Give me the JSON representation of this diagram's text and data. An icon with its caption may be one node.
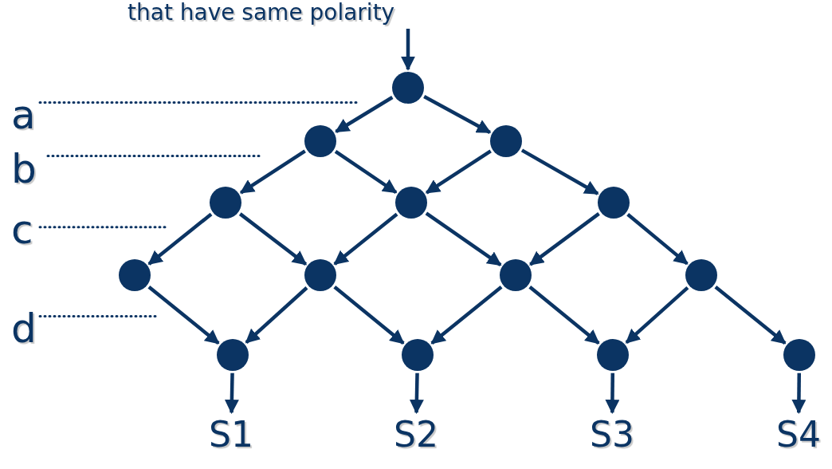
{
  "diagram": {
    "nodes": [
      {
        "text": [],
        "shape": "circle"
      },
      {
        "text": [],
        "shape": "circle"
      },
      {
        "text": [],
        "shape": "circle"
      },
      {
        "text": [],
        "shape": "circle"
      },
      {
        "text": [],
        "shape": "circle"
      },
      {
        "text": [],
        "shape": "circle"
      },
      {
        "text": [],
        "shape": "circle"
      },
      {
        "text": [],
        "shape": "circle"
      },
      {
        "text": [],
        "shape": "circle"
      },
      {
        "text": [],
        "shape": "circle"
      },
      {
        "text": [],
        "shape": "circle"
      },
      {
        "text": [],
        "shape": "circle"
      },
      {
        "text": [],
        "shape": "circle"
      },
      {
        "text": [],
        "shape": "circle"
      },
      {
        "text": [
          "S1"
        ]
      },
      {
        "text": [
          "S2"
        ]
      },
      {
        "text": [
          "S3"
        ]
      },
      {
        "text": [
          "S4"
        ]
      }
    ],
    "edges": [
      {
        "from": null,
        "to": 0,
        "arrow": "to"
      },
      {
        "from": 0,
        "to": 1,
        "arrow": "to"
      },
      {
        "from": 0,
        "to": 2,
        "arrow": "to"
      },
      {
        "from": 1,
        "to": 3,
        "arrow": "to"
      },
      {
        "from": 1,
        "to": 4,
        "arrow": "to"
      },
      {
        "from": 2,
        "to": 4,
        "arrow": "to"
      },
      {
        "from": 2,
        "to": 5,
        "arrow": "to"
      },
      {
        "from": 3,
        "to": 6,
        "arrow": "to"
      },
      {
        "from": 3,
        "to": 7,
        "arrow": "to"
      },
      {
        "from": 4,
        "to": 7,
        "arrow": "to"
      },
      {
        "from": 4,
        "to": 8,
        "arrow": "to"
      },
      {
        "from": 5,
        "to": 8,
        "arrow": "to"
      },
      {
        "from": 5,
        "to": 9,
        "arrow": "to"
      },
      {
        "from": 6,
        "to": 10,
        "arrow": "to"
      },
      {
        "from": 7,
        "to": 10,
        "arrow": "to"
      },
      {
        "from": 7,
        "to": 11,
        "arrow": "to"
      },
      {
        "from": 8,
        "to": 11,
        "arrow": "to"
      },
      {
        "from": 8,
        "to": 12,
        "arrow": "to"
      },
      {
        "from": 9,
        "to": 12,
        "arrow": "to"
      },
      {
        "from": 9,
        "to": 13,
        "arrow": "to"
      },
      {
        "from": 10,
        "to": 14,
        "arrow": "to"
      },
      {
        "from": 11,
        "to": 15,
        "arrow": "to"
      },
      {
        "from": 12,
        "to": 16,
        "arrow": "to"
      },
      {
        "from": 13,
        "to": 17,
        "arrow": "to"
      }
    ],
    "labels": [
      "that have same polarity",
      "a",
      "b",
      "c",
      "d"
    ]
  }
}
